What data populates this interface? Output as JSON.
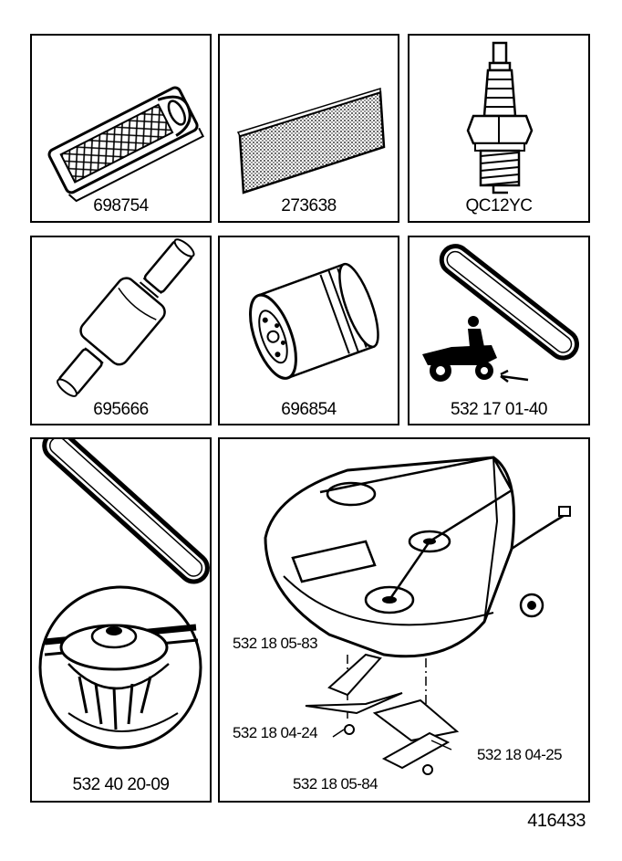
{
  "parts": [
    {
      "id": "air-filter",
      "label": "698754"
    },
    {
      "id": "pre-filter",
      "label": "273638"
    },
    {
      "id": "spark-plug",
      "label": "QC12YC"
    },
    {
      "id": "fuel-filter",
      "label": "695666"
    },
    {
      "id": "oil-filter",
      "label": "696854"
    },
    {
      "id": "drive-belt",
      "label": "532 17 01-40"
    },
    {
      "id": "deck-belt-pulley",
      "label": "532 40 20-09"
    }
  ],
  "mower_deck": {
    "callouts": [
      "532 18 05-83",
      "532 18 04-24",
      "532 18 04-25",
      "532 18 05-84"
    ]
  },
  "document_number": "416433"
}
